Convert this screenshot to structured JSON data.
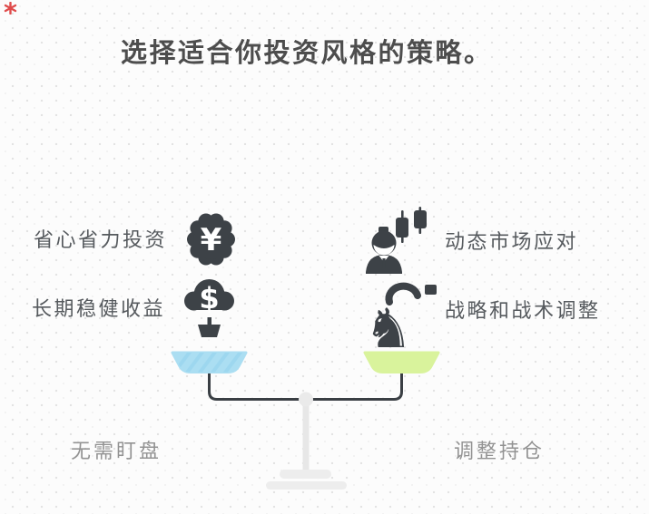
{
  "title": "选择适合你投资风格的策略。",
  "left_column": {
    "items": [
      {
        "label": "省心省力投资",
        "icon": "yuan-bush-icon"
      },
      {
        "label": "长期稳健收益",
        "icon": "dollar-tree-icon"
      }
    ],
    "footer_label": "无需盯盘"
  },
  "right_column": {
    "items": [
      {
        "label": "动态市场应对",
        "icon": "trader-candlestick-icon"
      },
      {
        "label": "战略和战术调整",
        "icon": "chess-knight-arrow-icon"
      }
    ],
    "footer_label": "调整持仓"
  },
  "symbols": {
    "yuan": "¥",
    "dollar": "$",
    "knight": "♞"
  },
  "colors": {
    "icon_dark": "#3d4247",
    "title_text": "#4d4d4d",
    "label_text": "#565a5e",
    "footer_text": "#939393",
    "pan_left_blue": "#abdef2",
    "pan_left_stripe": "#92d2ed",
    "pan_right_green": "#d9f39c",
    "beam_dark": "#3a3f44",
    "stand_gray": "#e8e8e8",
    "corner_mark_red": "#df4b4b"
  }
}
